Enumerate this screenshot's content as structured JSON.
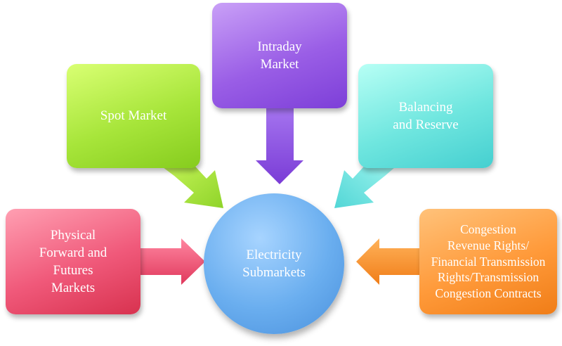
{
  "center": {
    "label": "Electricity\nSubmarkets",
    "color": "#5a9fe6"
  },
  "nodes": {
    "intraday": {
      "label": "Intraday\nMarket",
      "color": "#9a5ee6"
    },
    "spot": {
      "label": "Spot Market",
      "color": "#a7e53a"
    },
    "balancing": {
      "label": "Balancing\nand Reserve",
      "color": "#6fe6df"
    },
    "physical": {
      "label": "Physical\nForward and\nFutures\nMarkets",
      "color": "#f0597a"
    },
    "congestion": {
      "label": "Congestion\nRevenue Rights/\nFinancial Transmission\nRights/Transmission\nCongestion Contracts",
      "color": "#ff9a3a"
    }
  }
}
